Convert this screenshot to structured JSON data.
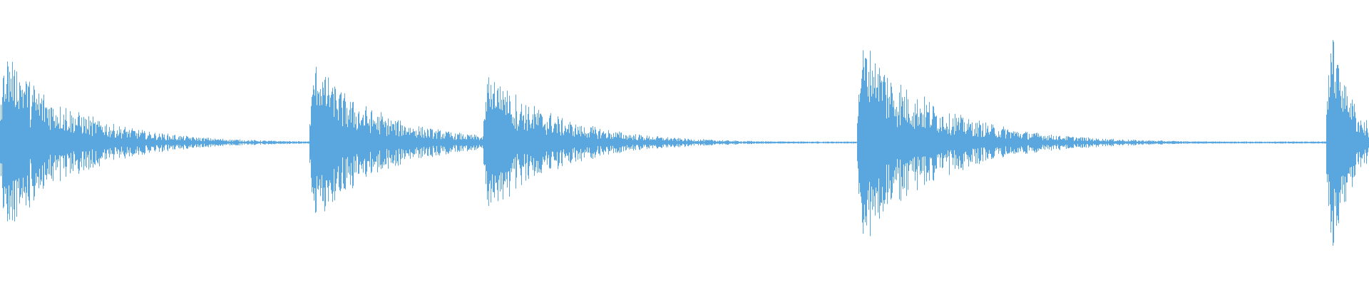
{
  "waveform": {
    "color": "#5aa7df",
    "background": "#ffffff",
    "transients": [
      {
        "start": 0.0,
        "peak_top": 0.78,
        "peak_bottom": 0.58,
        "tail": 0.1
      },
      {
        "start": 0.226,
        "peak_top": 0.58,
        "peak_bottom": 0.59,
        "tail": 0.1
      },
      {
        "start": 0.353,
        "peak_top": 0.54,
        "peak_bottom": 0.54,
        "tail": 0.1
      },
      {
        "start": 0.626,
        "peak_top": 0.76,
        "peak_bottom": 0.76,
        "tail": 0.11
      },
      {
        "start": 0.969,
        "peak_top": 0.89,
        "peak_bottom": 0.89,
        "tail": 0.03
      }
    ]
  }
}
